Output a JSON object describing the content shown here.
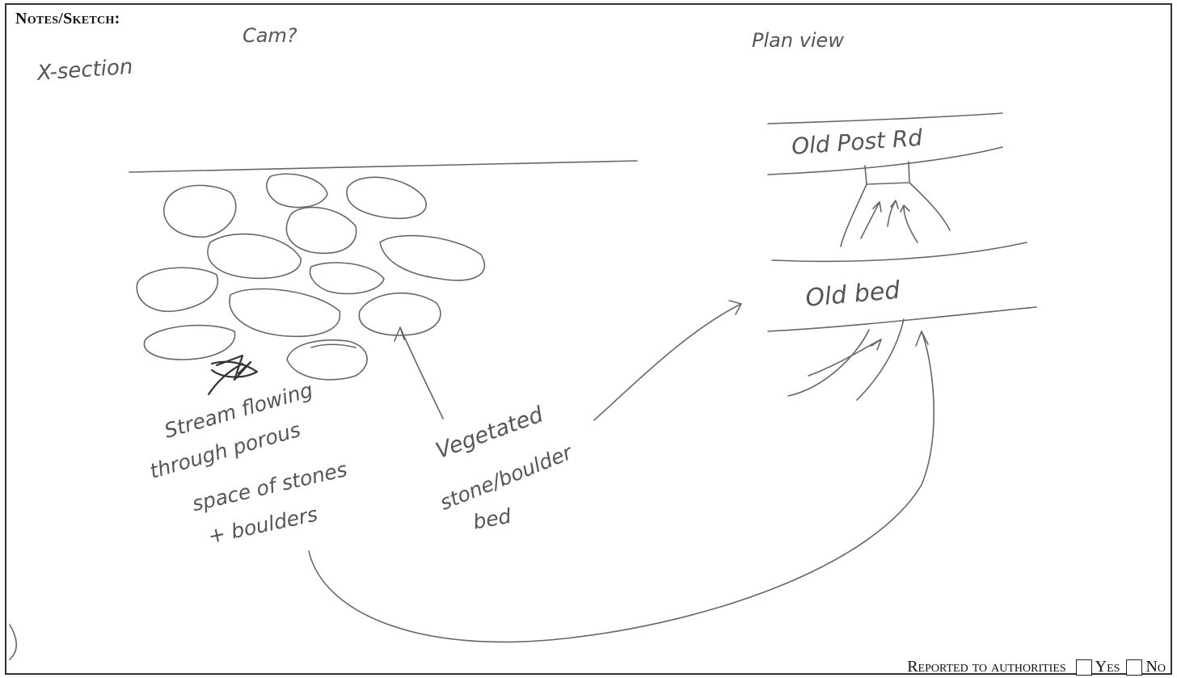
{
  "form": {
    "section_title": "Notes/Sketch:",
    "reported": {
      "label": "Reported to authorities",
      "yes_label": "Yes",
      "no_label": "No"
    }
  },
  "sketch": {
    "top_note": "Cam?",
    "left_heading": "X-section",
    "right_heading": "Plan view",
    "road_label": "Old Post Rd",
    "bed_label": "Old bed",
    "stream_note": [
      "Stream flowing",
      "through porous",
      "space of stones",
      "+ boulders"
    ],
    "bed_note": [
      "Vegetated",
      "stone/boulder",
      "bed"
    ]
  }
}
